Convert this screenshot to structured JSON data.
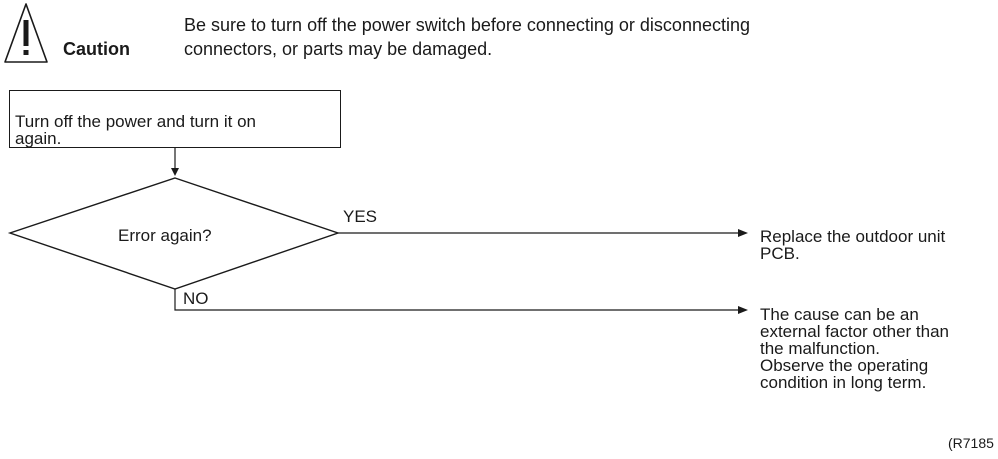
{
  "caution": {
    "label": "Caution",
    "message": "Be sure to turn off the power switch before connecting or disconnecting\nconnectors, or parts may be damaged."
  },
  "flow": {
    "start": "Turn off the power and turn it on\nagain.",
    "decision": "Error again?",
    "yes_label": "YES",
    "no_label": "NO",
    "yes_result": "Replace the outdoor unit\nPCB.",
    "no_result": "The cause can be an\nexternal factor other than\nthe malfunction.\nObserve the operating\ncondition in long term."
  },
  "reference": "(R7185"
}
